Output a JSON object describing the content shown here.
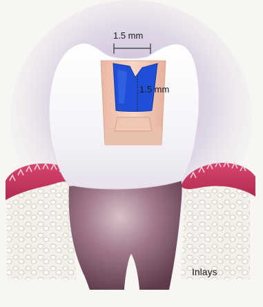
{
  "figure": {
    "caption": "Inlays",
    "width_label": "1.5 mm",
    "depth_label": "1.5 mm"
  },
  "colors": {
    "page_background": "#f7f6f3",
    "halo_purple": "#8d6bb3",
    "enamel": "#fbfbfc",
    "inlay_blue": "#1e4fd6",
    "cavity_wall": "#f3ccb8",
    "gum_pink": "#c8325a",
    "bone": "#f2efe8",
    "root": "#8a5a6c"
  }
}
